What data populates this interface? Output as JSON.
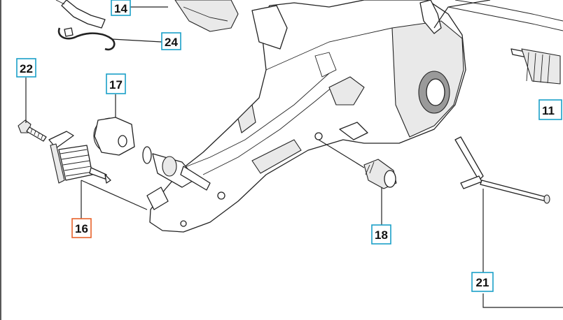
{
  "diagram": {
    "callouts": [
      {
        "id": "c14",
        "label": "14",
        "highlight": false
      },
      {
        "id": "c24",
        "label": "24",
        "highlight": false
      },
      {
        "id": "c22",
        "label": "22",
        "highlight": false
      },
      {
        "id": "c17",
        "label": "17",
        "highlight": false
      },
      {
        "id": "c16",
        "label": "16",
        "highlight": true
      },
      {
        "id": "c18",
        "label": "18",
        "highlight": false
      },
      {
        "id": "c21",
        "label": "21",
        "highlight": false
      },
      {
        "id": "c11",
        "label": "11",
        "highlight": false
      }
    ],
    "colors": {
      "label_border": "#1aa0c8",
      "highlight_border": "#e8622a",
      "line": "#222222"
    }
  }
}
